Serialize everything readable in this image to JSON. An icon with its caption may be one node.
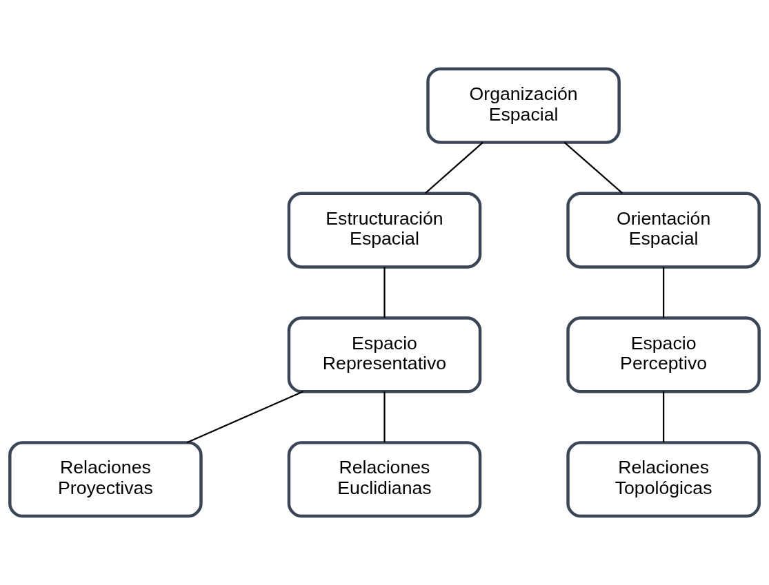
{
  "diagram": {
    "nodes": [
      {
        "text": [
          "Organización Espacial"
        ]
      },
      {
        "text": [
          "Estructuración Espacial"
        ]
      },
      {
        "text": [
          "Orientación Espacial"
        ]
      },
      {
        "text": [
          "Espacio Representativo"
        ]
      },
      {
        "text": [
          "Espacio Perceptivo"
        ]
      },
      {
        "text": [
          "Relaciones Proyectivas"
        ]
      },
      {
        "text": [
          "Relaciones Euclidianas"
        ]
      },
      {
        "text": [
          "Relaciones Topológicas"
        ]
      }
    ],
    "edges": [
      {
        "from": 0,
        "to": 1,
        "arrow": "none"
      },
      {
        "from": 0,
        "to": 2,
        "arrow": "none"
      },
      {
        "from": 1,
        "to": 3,
        "arrow": "none"
      },
      {
        "from": 2,
        "to": 4,
        "arrow": "none"
      },
      {
        "from": 3,
        "to": 5,
        "arrow": "none"
      },
      {
        "from": 3,
        "to": 6,
        "arrow": "none"
      },
      {
        "from": 4,
        "to": 7,
        "arrow": "none"
      }
    ]
  }
}
